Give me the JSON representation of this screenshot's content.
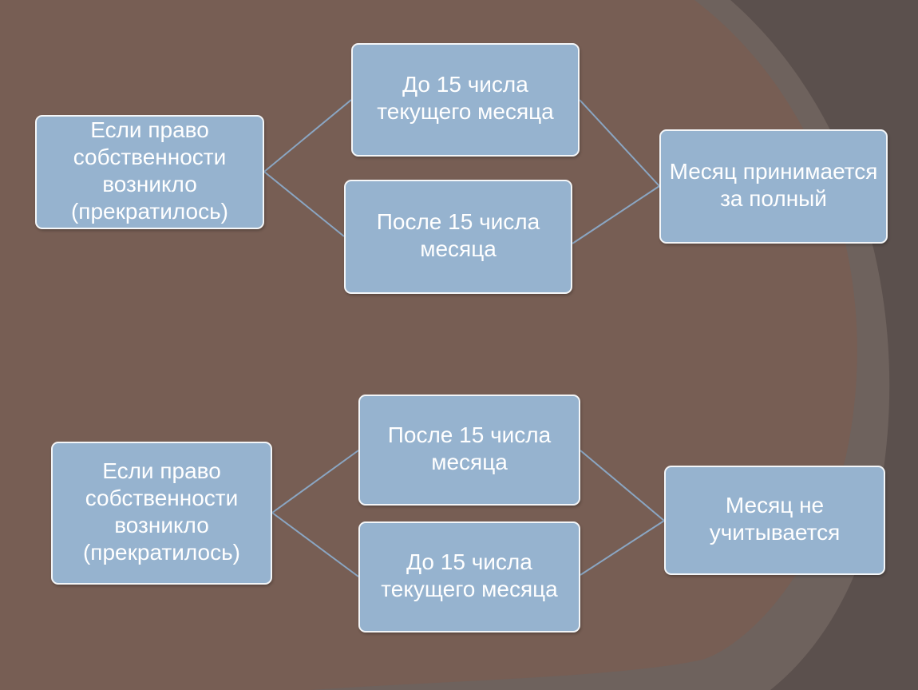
{
  "colors": {
    "node_fill": "#96b3cf",
    "node_border": "#f4f6f8",
    "node_text": "#ffffff",
    "connector": "#8aa6c3",
    "background_main": "#775e54",
    "background_side": "#5b504d",
    "background_band": "#6e625d"
  },
  "diagram_top": {
    "source": "Если право собственности возникло (прекратилось)",
    "branch_before": "До 15 числа текущего месяца",
    "branch_after": "После 15 числа месяца",
    "result": "Месяц принимается за полный"
  },
  "diagram_bottom": {
    "source": "Если право собственности возникло (прекратилось)",
    "branch_after": "После 15 числа месяца",
    "branch_before": "До 15 числа текущего месяца",
    "result": "Месяц не учитывается"
  }
}
